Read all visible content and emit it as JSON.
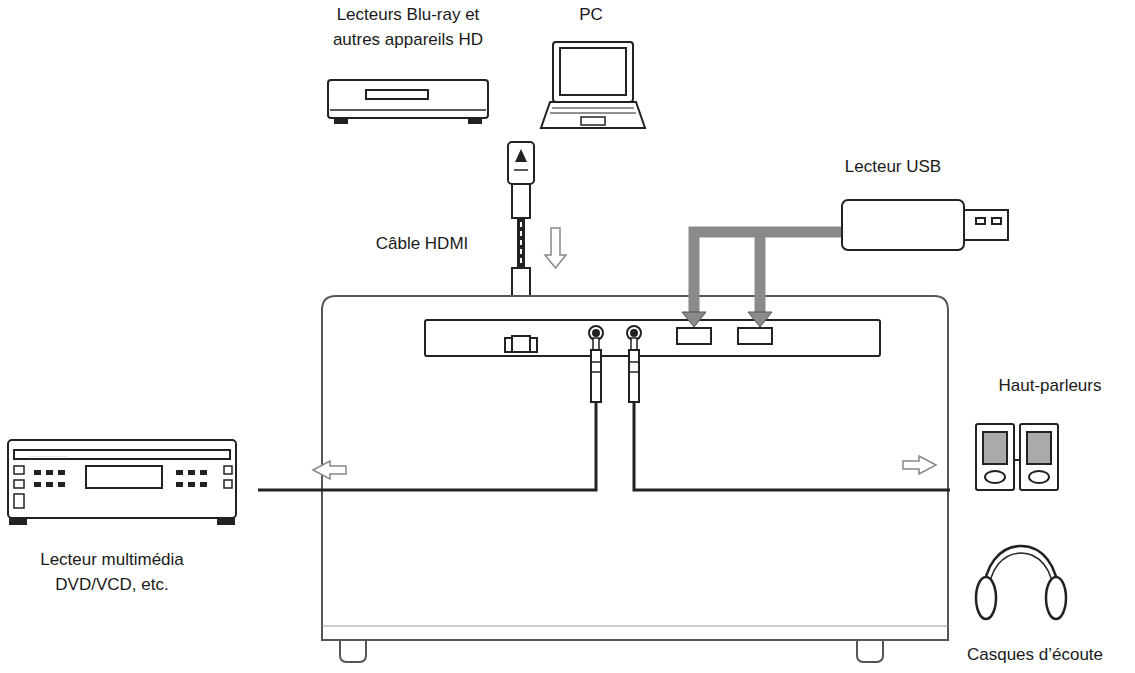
{
  "diagram": {
    "labels": [
      "Lecteurs Blu-ray et autres appareils HD",
      "PC",
      "Lecteur USB",
      "Câble HDMI",
      "Haut-parleurs",
      "Lecteur multimédia DVD/VCD, etc.",
      "Casques d’écoute"
    ]
  }
}
